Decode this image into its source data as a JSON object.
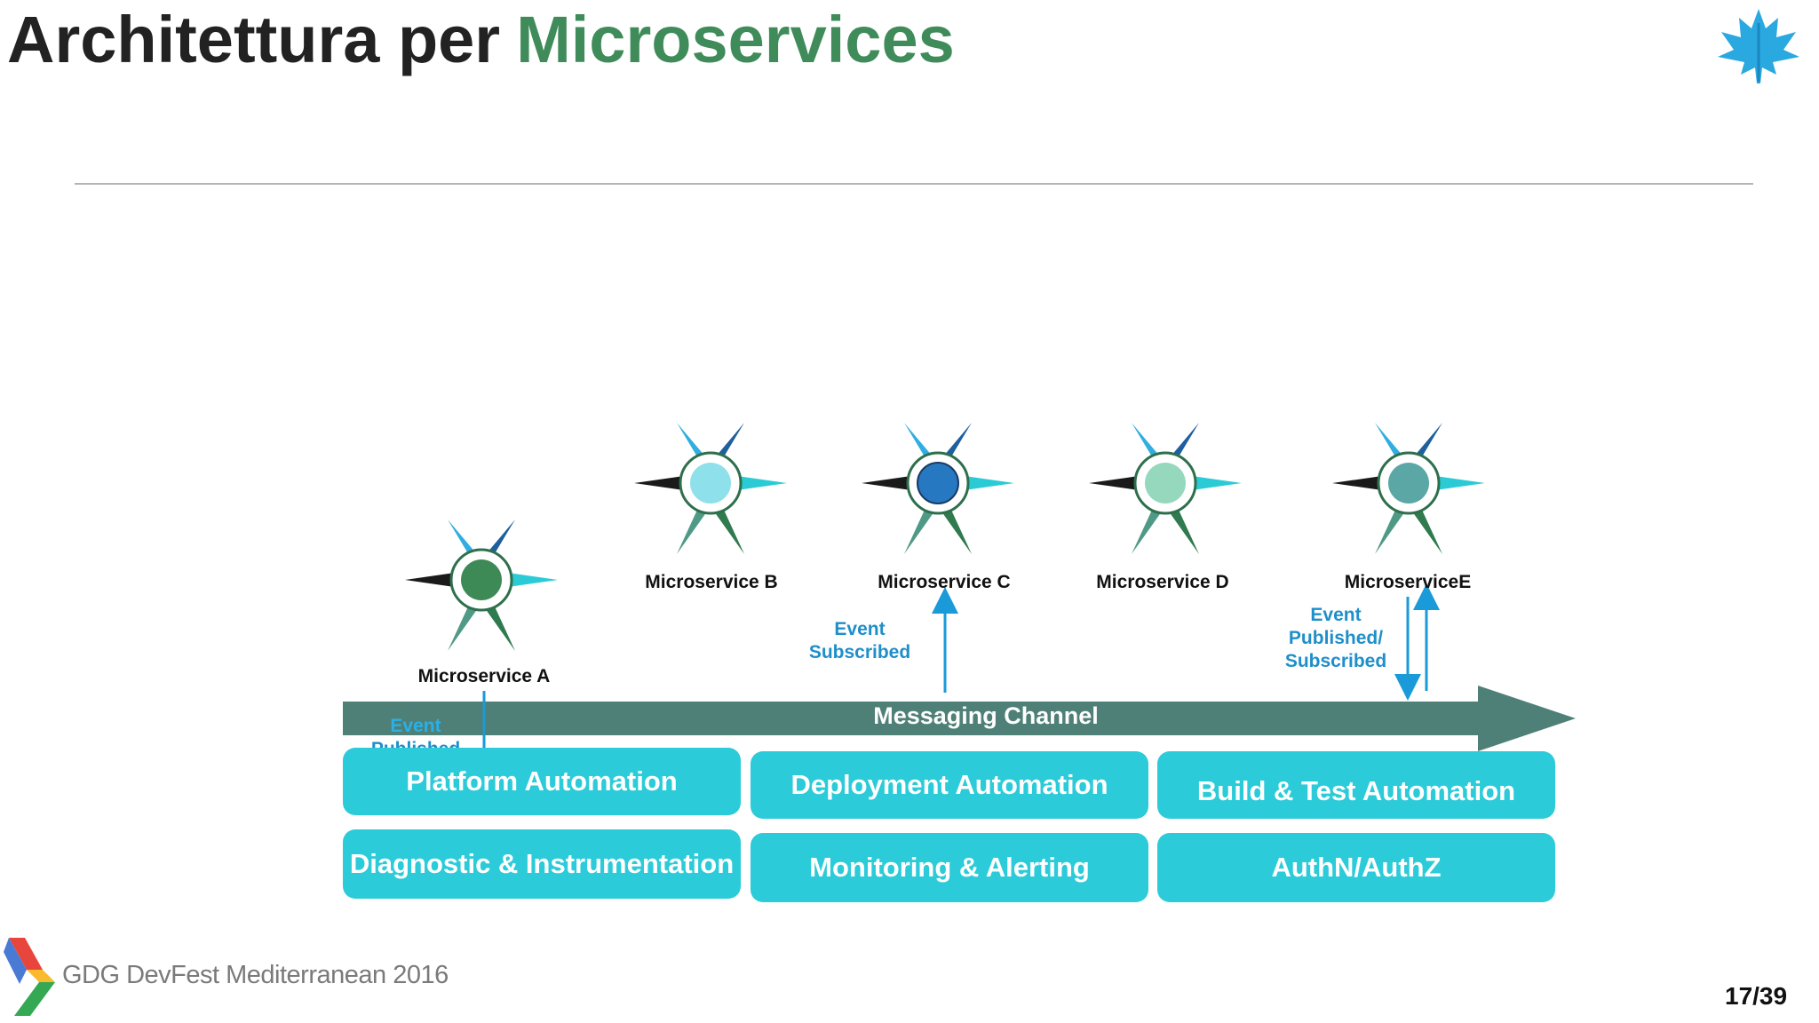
{
  "title": {
    "part1": "Architettura per",
    "part2": "Microservices"
  },
  "colors": {
    "title_dark": "#222222",
    "title_green": "#3f8b5a",
    "channel": "#4f8077",
    "tile": "#2ccbd9",
    "event_text": "#1f8fc9",
    "arrow_blue": "#1a9ad9"
  },
  "services": [
    {
      "label": "Microservice A",
      "core_color": "#3e8a57"
    },
    {
      "label": "Microservice B",
      "core_color": "#8ee0ea"
    },
    {
      "label": "Microservice C",
      "core_color": "#2679c0"
    },
    {
      "label": "Microservice D",
      "core_color": "#95d8bd"
    },
    {
      "label": "MicroserviceE",
      "core_color": "#5aa7a6"
    }
  ],
  "events": {
    "a": {
      "line1": "Event",
      "line2": "Published"
    },
    "c": {
      "line1": "Event",
      "line2": "Subscribed"
    },
    "e": {
      "line1": "Event",
      "line2": "Published/",
      "line3": "Subscribed"
    }
  },
  "channel": {
    "label": "Messaging Channel"
  },
  "tiles": [
    "Platform Automation",
    "Deployment Automation",
    "Build & Test Automation",
    "Diagnostic & Instrumentation",
    "Monitoring & Alerting",
    "AuthN/AuthZ"
  ],
  "footer": {
    "text": "GDG DevFest Mediterranean 2016",
    "page": "17/39"
  }
}
